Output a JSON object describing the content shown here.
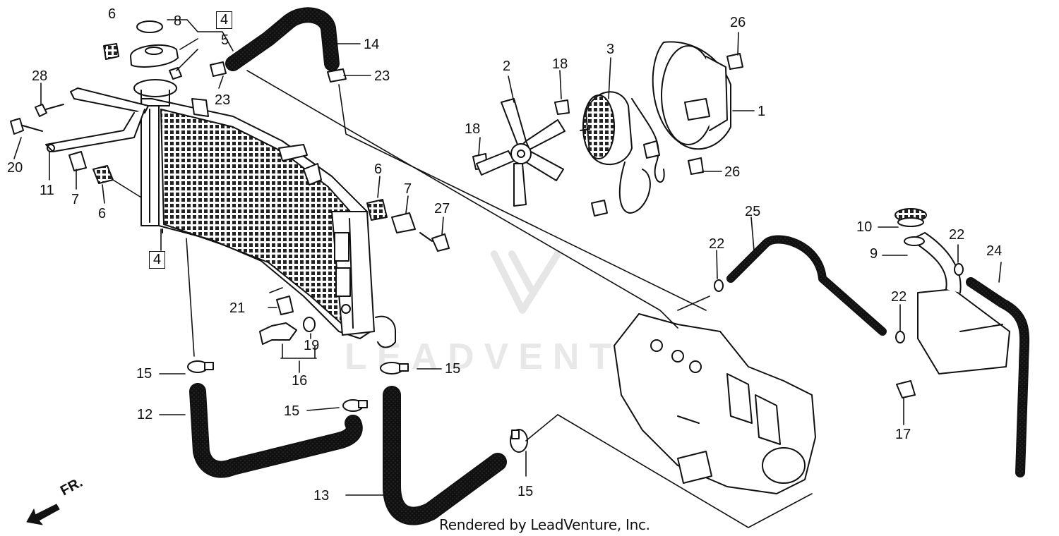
{
  "footer": "Rendered by LeadVenture, Inc.",
  "watermark": "LEADVENTURE",
  "direction_label": "FR.",
  "colors": {
    "line": "#111111",
    "hose_fill": "#ffffff",
    "watermark": "#e6e6e6"
  },
  "callouts": [
    {
      "id": "c6a",
      "text": "6"
    },
    {
      "id": "c8",
      "text": "8"
    },
    {
      "id": "c4a",
      "text": "4",
      "boxed": true
    },
    {
      "id": "c5",
      "text": "5"
    },
    {
      "id": "c14",
      "text": "14"
    },
    {
      "id": "c28",
      "text": "28"
    },
    {
      "id": "c23a",
      "text": "23"
    },
    {
      "id": "c23b",
      "text": "23"
    },
    {
      "id": "c2",
      "text": "2"
    },
    {
      "id": "c18a",
      "text": "18"
    },
    {
      "id": "c3",
      "text": "3"
    },
    {
      "id": "c26a",
      "text": "26"
    },
    {
      "id": "c1",
      "text": "1"
    },
    {
      "id": "c18b",
      "text": "18"
    },
    {
      "id": "c26b",
      "text": "26"
    },
    {
      "id": "c20",
      "text": "20"
    },
    {
      "id": "c11",
      "text": "11"
    },
    {
      "id": "c7a",
      "text": "7"
    },
    {
      "id": "c6b",
      "text": "6"
    },
    {
      "id": "c6c",
      "text": "6"
    },
    {
      "id": "c7b",
      "text": "7"
    },
    {
      "id": "c27",
      "text": "27"
    },
    {
      "id": "c4b",
      "text": "4",
      "boxed": true
    },
    {
      "id": "c25",
      "text": "25"
    },
    {
      "id": "c22a",
      "text": "22"
    },
    {
      "id": "c10",
      "text": "10"
    },
    {
      "id": "c22b",
      "text": "22"
    },
    {
      "id": "c9",
      "text": "9"
    },
    {
      "id": "c24",
      "text": "24"
    },
    {
      "id": "c22c",
      "text": "22"
    },
    {
      "id": "c21",
      "text": "21"
    },
    {
      "id": "c19",
      "text": "19"
    },
    {
      "id": "c16",
      "text": "16"
    },
    {
      "id": "c15a",
      "text": "15"
    },
    {
      "id": "c15b",
      "text": "15"
    },
    {
      "id": "c12",
      "text": "12"
    },
    {
      "id": "c15c",
      "text": "15"
    },
    {
      "id": "c17",
      "text": "17"
    },
    {
      "id": "c13",
      "text": "13"
    },
    {
      "id": "c15d",
      "text": "15"
    }
  ]
}
